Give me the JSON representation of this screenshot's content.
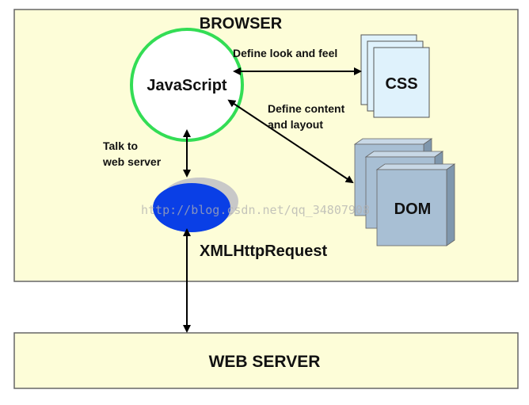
{
  "browser": {
    "title": "BROWSER"
  },
  "javascript": {
    "label": "JavaScript"
  },
  "css": {
    "label": "CSS"
  },
  "dom": {
    "label": "DOM"
  },
  "xhr": {
    "label": "XMLHttpRequest"
  },
  "web_server": {
    "label": "WEB SERVER"
  },
  "edges": {
    "look_and_feel": "Define look and feel",
    "content_line1": "Define content",
    "content_line2": "and layout",
    "talk_line1": "Talk to",
    "talk_line2": "web server"
  },
  "watermark": "http://blog.csdn.net/qq_34807908",
  "colors": {
    "panel_fill": "#fdfdd8",
    "panel_stroke": "#666666",
    "js_ring": "#33dd55",
    "xhr_fill": "#0a3fe6",
    "xhr_shadow": "#c8c8c8",
    "css_page": "#dff2fc",
    "dom_box": "#a8bfd4"
  },
  "icons": {
    "css": "stacked-pages-icon",
    "dom": "stacked-boxes-icon",
    "xhr": "blue-ellipse-icon"
  }
}
